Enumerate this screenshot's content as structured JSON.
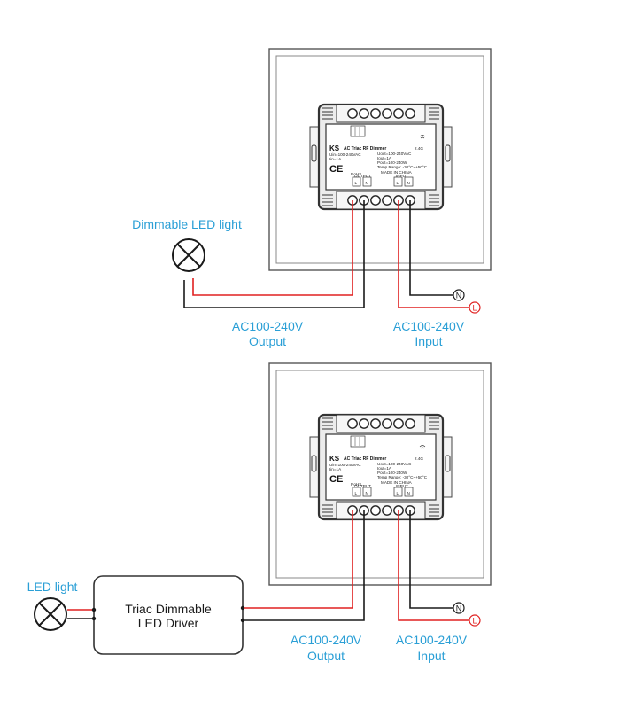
{
  "top": {
    "load_label": "Dimmable LED light",
    "output_line1": "AC100-240V",
    "output_line2": "Output",
    "input_line1": "AC100-240V",
    "input_line2": "Input",
    "terminal_n": "N",
    "terminal_l": "L"
  },
  "bottom": {
    "load_label": "LED light",
    "driver_line1": "Triac Dimmable",
    "driver_line2": "LED Driver",
    "output_line1": "AC100-240V",
    "output_line2": "Output",
    "input_line1": "AC100-240V",
    "input_line2": "Input",
    "terminal_n": "N",
    "terminal_l": "L"
  },
  "module": {
    "brand": "KS",
    "product": "AC Triac RF Dimmer",
    "band": "2.4G",
    "spec_left_1": "Uin=100-240VAC",
    "spec_left_2": "Iin=1A",
    "spec_right_1": "Uout=100-240VAC",
    "spec_right_2": "Iout=1A",
    "spec_right_3": "Pout=100-240W",
    "spec_right_4": "Temp Range: -30°C~+50°C",
    "made_in": "MADE IN CHINA",
    "ce": "CE",
    "rohs": "RoHS",
    "output_group": "OUTPUT",
    "input_group": "INPUT",
    "l": "L",
    "n": "N"
  },
  "colors": {
    "label_blue": "#2a9fd6",
    "wire_red": "#e02020",
    "wire_black": "#1a1a1a",
    "outline": "#555555"
  }
}
